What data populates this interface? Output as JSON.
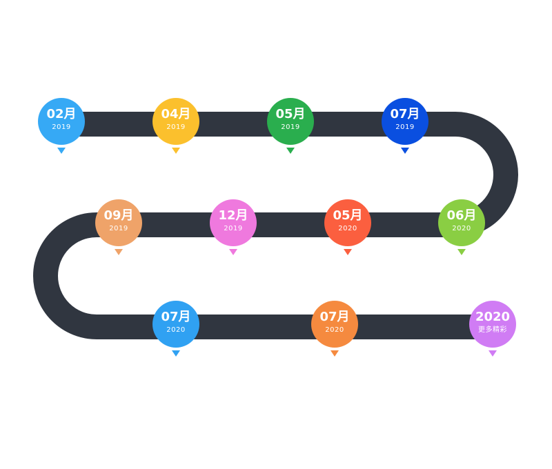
{
  "road": {
    "color": "#303640"
  },
  "milestones": [
    {
      "main": "02月",
      "sub": "2019",
      "color": "#36A9F5"
    },
    {
      "main": "04月",
      "sub": "2019",
      "color": "#FBC02D"
    },
    {
      "main": "05月",
      "sub": "2019",
      "color": "#2AAE4E"
    },
    {
      "main": "07月",
      "sub": "2019",
      "color": "#0A4FE0"
    },
    {
      "main": "09月",
      "sub": "2019",
      "color": "#EFA369"
    },
    {
      "main": "12月",
      "sub": "2019",
      "color": "#EF79DE"
    },
    {
      "main": "05月",
      "sub": "2020",
      "color": "#FB5F3F"
    },
    {
      "main": "06月",
      "sub": "2020",
      "color": "#8ACE43"
    },
    {
      "main": "07月",
      "sub": "2020",
      "color": "#30A1F2"
    },
    {
      "main": "07月",
      "sub": "2020",
      "color": "#F58A3F"
    },
    {
      "main": "2020",
      "sub": "更多精彩",
      "color": "#D07CF4"
    }
  ]
}
